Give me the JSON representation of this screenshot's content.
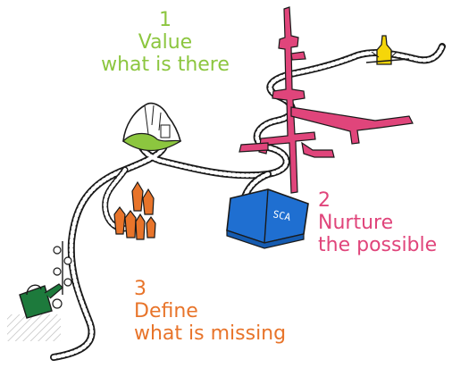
{
  "steps": [
    {
      "number": "1",
      "line1": "Value",
      "line2": "what is there",
      "color": "#8cc63f"
    },
    {
      "number": "2",
      "line1": "Nurture",
      "line2": "the possible",
      "color": "#e0457b"
    },
    {
      "number": "3",
      "line1": "Define",
      "line2": "what is missing",
      "color": "#e8742a"
    }
  ],
  "book_label": "SCA"
}
